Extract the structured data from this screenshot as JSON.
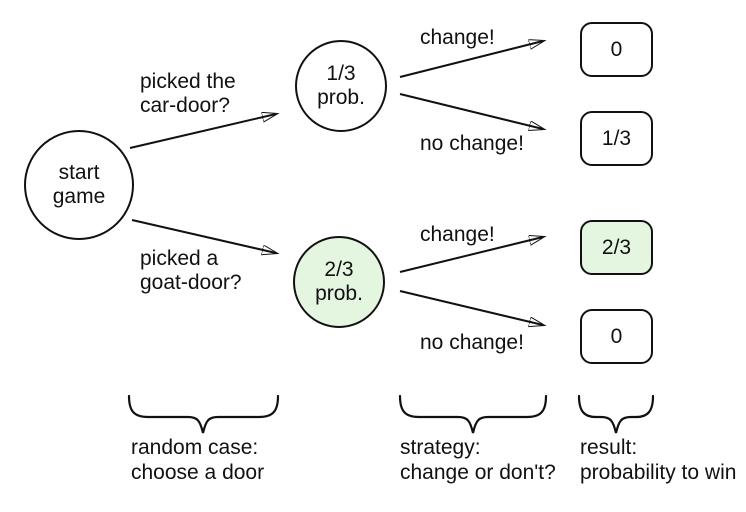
{
  "diagram": {
    "root": {
      "line1": "start",
      "line2": "game"
    },
    "branches": [
      {
        "question": {
          "line1": "picked the",
          "line2": "car-door?"
        },
        "node": {
          "line1": "1/3",
          "line2": "prob.",
          "highlighted": false
        },
        "outcomes": [
          {
            "action": "change!",
            "result": "0",
            "highlighted": false
          },
          {
            "action": "no change!",
            "result": "1/3",
            "highlighted": false
          }
        ]
      },
      {
        "question": {
          "line1": "picked a",
          "line2": "goat-door?"
        },
        "node": {
          "line1": "2/3",
          "line2": "prob.",
          "highlighted": true
        },
        "outcomes": [
          {
            "action": "change!",
            "result": "2/3",
            "highlighted": true
          },
          {
            "action": "no change!",
            "result": "0",
            "highlighted": false
          }
        ]
      }
    ],
    "legend": [
      {
        "line1": "random case:",
        "line2": "choose a door"
      },
      {
        "line1": "strategy:",
        "line2": "change or don't?"
      },
      {
        "line1": "result:",
        "line2": "probability to win"
      }
    ],
    "colors": {
      "highlight_fill": "#e4f6e0",
      "stroke": "#111111",
      "background": "#ffffff"
    }
  }
}
